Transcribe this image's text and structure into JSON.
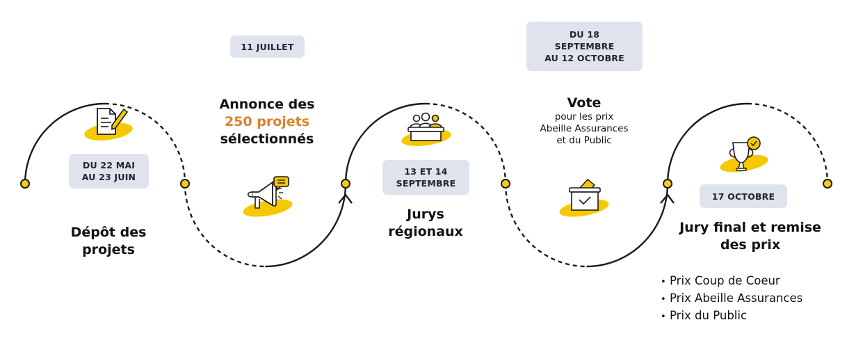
{
  "colors": {
    "yellow": "#f5c800",
    "dot_fill": "#f5cc17",
    "line": "#1a1a1a",
    "badge_bg": "#dfe3ee",
    "accent_orange": "#d9822b"
  },
  "steps": [
    {
      "id": "depot",
      "icon": "document-pencil-icon",
      "date_lines": [
        "DU 22 MAI",
        "AU 23 JUIN"
      ],
      "title_lines": [
        "Dépôt des",
        "projets"
      ]
    },
    {
      "id": "annonce",
      "icon": "megaphone-icon",
      "date_lines": [
        "11 JUILLET"
      ],
      "title_line1": "Annonce des",
      "title_accent": "250 projets",
      "title_line3": "sélectionnés"
    },
    {
      "id": "jurys-regionaux",
      "icon": "jury-panel-icon",
      "date_lines": [
        "13 ET 14",
        "SEPTEMBRE"
      ],
      "title_lines": [
        "Jurys",
        "régionaux"
      ]
    },
    {
      "id": "vote",
      "icon": "ballot-box-icon",
      "date_lines": [
        "DU 18",
        "SEPTEMBRE",
        "AU 12 OCTOBRE"
      ],
      "title": "Vote",
      "subtitle_lines": [
        "pour les prix",
        "Abeille Assurances",
        "et du Public"
      ]
    },
    {
      "id": "jury-final",
      "icon": "trophy-check-icon",
      "date_lines": [
        "17 OCTOBRE"
      ],
      "title_lines": [
        "Jury final et remise",
        "des prix"
      ],
      "prizes": [
        "Prix Coup de Coeur",
        "Prix Abeille Assurances",
        "Prix du Public"
      ]
    }
  ]
}
